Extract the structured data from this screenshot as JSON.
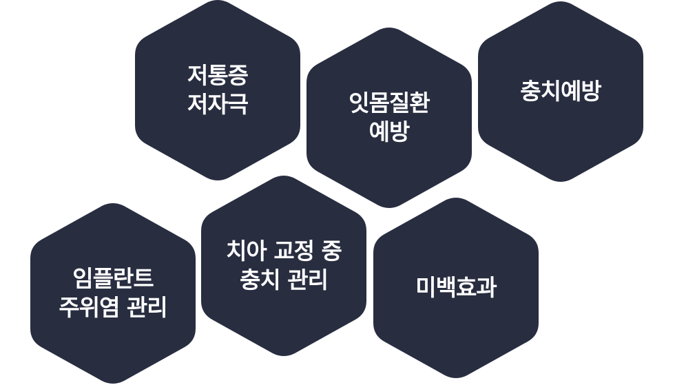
{
  "hexagons": [
    {
      "label": "저통증\n저자극"
    },
    {
      "label": "잇몸질환\n예방"
    },
    {
      "label": "충치예방"
    },
    {
      "label": "임플란트\n주위염 관리"
    },
    {
      "label": "치아 교정 중\n충치 관리"
    },
    {
      "label": "미백효과"
    }
  ],
  "colors": {
    "hex_fill": "#282d40",
    "text": "#ffffff",
    "background": "#ffffff"
  }
}
